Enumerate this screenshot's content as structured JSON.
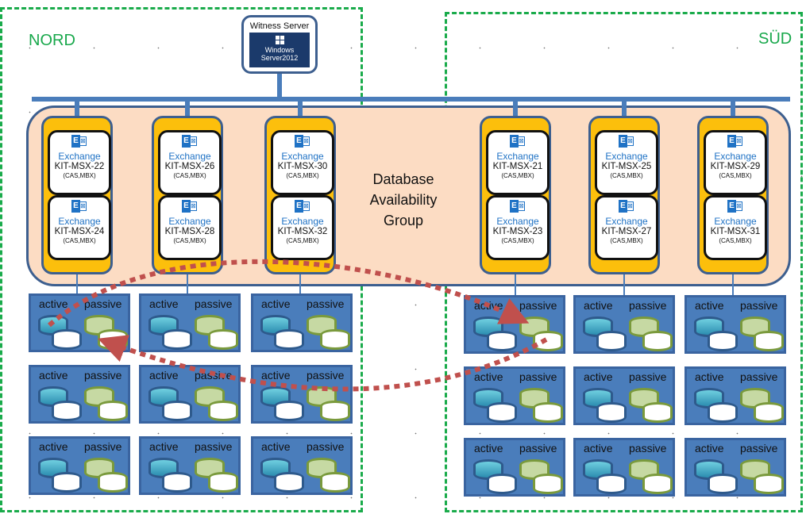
{
  "sites": [
    {
      "name": "NORD",
      "color": "#1aab4b"
    },
    {
      "name": "SÜD",
      "color": "#1aab4b"
    }
  ],
  "witness": {
    "title": "Witness Server",
    "os_line1": "Windows",
    "os_line2": "Server2012",
    "icon": "windows-logo-icon"
  },
  "dag": {
    "line1": "Database",
    "line2": "Availability",
    "line3": "Group"
  },
  "exchange_label": "Exchange",
  "server_groups": [
    {
      "site": "NORD",
      "servers": [
        {
          "name": "KIT-MSX-22",
          "role": "(CAS,MBX)"
        },
        {
          "name": "KIT-MSX-24",
          "role": "(CAS,MBX)"
        }
      ]
    },
    {
      "site": "NORD",
      "servers": [
        {
          "name": "KIT-MSX-26",
          "role": "(CAS,MBX)"
        },
        {
          "name": "KIT-MSX-28",
          "role": "(CAS,MBX)"
        }
      ]
    },
    {
      "site": "NORD",
      "servers": [
        {
          "name": "KIT-MSX-30",
          "role": "(CAS,MBX)"
        },
        {
          "name": "KIT-MSX-32",
          "role": "(CAS,MBX)"
        }
      ]
    },
    {
      "site": "SÜD",
      "servers": [
        {
          "name": "KIT-MSX-21",
          "role": "(CAS,MBX)"
        },
        {
          "name": "KIT-MSX-23",
          "role": "(CAS,MBX)"
        }
      ]
    },
    {
      "site": "SÜD",
      "servers": [
        {
          "name": "KIT-MSX-25",
          "role": "(CAS,MBX)"
        },
        {
          "name": "KIT-MSX-27",
          "role": "(CAS,MBX)"
        }
      ]
    },
    {
      "site": "SÜD",
      "servers": [
        {
          "name": "KIT-MSX-29",
          "role": "(CAS,MBX)"
        },
        {
          "name": "KIT-MSX-31",
          "role": "(CAS,MBX)"
        }
      ]
    }
  ],
  "db_labels": {
    "active": "active",
    "passive": "passive"
  },
  "db_rows_per_column": 3,
  "replication_color": "#c0504d"
}
